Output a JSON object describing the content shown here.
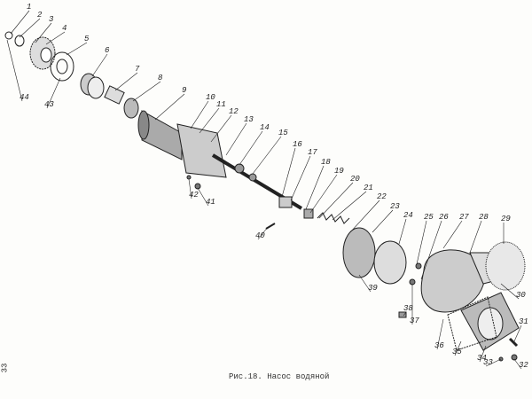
{
  "caption": "Рис.18. Насос водяной",
  "page_number": "33",
  "part_labels": [
    "1",
    "2",
    "3",
    "4",
    "5",
    "6",
    "7",
    "8",
    "9",
    "10",
    "11",
    "12",
    "13",
    "14",
    "15",
    "16",
    "17",
    "18",
    "19",
    "20",
    "21",
    "22",
    "23",
    "24",
    "25",
    "26",
    "27",
    "28",
    "29",
    "30",
    "31",
    "32",
    "33",
    "34",
    "35",
    "36",
    "37",
    "38",
    "39",
    "40",
    "41",
    "42",
    "43",
    "44"
  ]
}
